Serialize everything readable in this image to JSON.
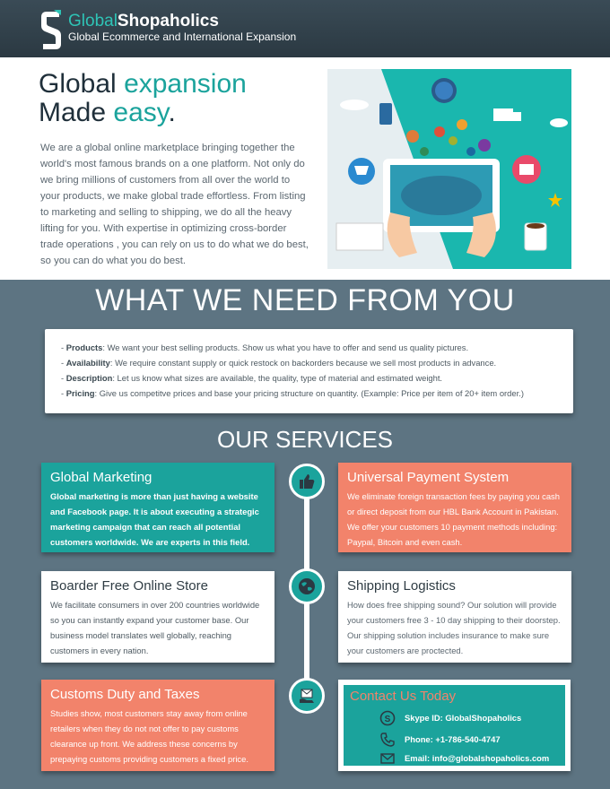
{
  "header": {
    "brand_first": "Global",
    "brand_second": "Shopaholics",
    "tagline": "Global Ecommerce and International Expansion"
  },
  "hero": {
    "title_line1_a": "Global",
    "title_line1_b": "expansion",
    "title_line2_a": "Made",
    "title_line2_b": "easy",
    "title_line2_c": ".",
    "paragraph": "We are a global online marketplace bringing together the world's most famous brands on a one platform. Not only do we bring millions of customers from all over the world to your products, we make global trade effortless. From listing to marketing and selling to shipping, we do all the heavy lifting for you.  With  expertise in optimizing cross-border trade operations , you can rely on us to do what we do best, so you can do what you do best."
  },
  "needs": {
    "title": "WHAT WE NEED FROM YOU",
    "items": [
      {
        "label": "Products",
        "text": ":  We want your best selling products.  Show us what you have to offer and send us quality pictures."
      },
      {
        "label": "Availability",
        "text": ":  We require constant supply or quick restock on backorders because we sell most products in advance."
      },
      {
        "label": "Description",
        "text": ":  Let us know what sizes are available, the quality, type of material and estimated weight."
      },
      {
        "label": "Pricing",
        "text": ":  Give us  competitve prices and base your pricing structure on quantity.  (Example: Price per item of 20+ item order.)"
      }
    ]
  },
  "services": {
    "title": "OUR SERVICES",
    "marketing": {
      "title": "Global Marketing",
      "text": "Global marketing is more than just having a website and Facebook page.  It is about executing a strategic marketing campaign that can reach all potential customers worldwide.  We are experts in this field."
    },
    "payment": {
      "title": "Universal Payment System",
      "text": "We eliminate foreign transaction fees by paying you cash or direct deposit from our HBL Bank Account in Pakistan.  We offer your customers 10 payment methods including:  Paypal, Bitcoin and even cash."
    },
    "store": {
      "title": "Boarder Free Online Store",
      "text": "We facilitate consumers in over 200 countries worldwide so you can instantly expand your customer base.  Our business model translates well globally, reaching customers in every nation."
    },
    "shipping": {
      "title": "Shipping Logistics",
      "text": "How does free shipping sound?  Our solution will provide your customers free 3 - 10 day shipping to their doorstep.  Our shipping solution includes insurance to make sure your customers are proctected."
    },
    "customs": {
      "title": "Customs Duty and Taxes",
      "text": "Studies show, most customers stay away from online retailers when they do not not offer to pay customs clearance up front.  We address these concerns  by prepaying customs providing customers a fixed price."
    }
  },
  "contact": {
    "title": "Contact Us Today",
    "skype": "Skype ID: GlobalShopaholics",
    "phone": "Phone: +1-786-540-4747",
    "email": "Email: info@globalshopaholics.com"
  },
  "colors": {
    "teal": "#1ba39c",
    "coral": "#f2836b",
    "slate": "#5d7482",
    "navy": "#1f2f3a"
  }
}
